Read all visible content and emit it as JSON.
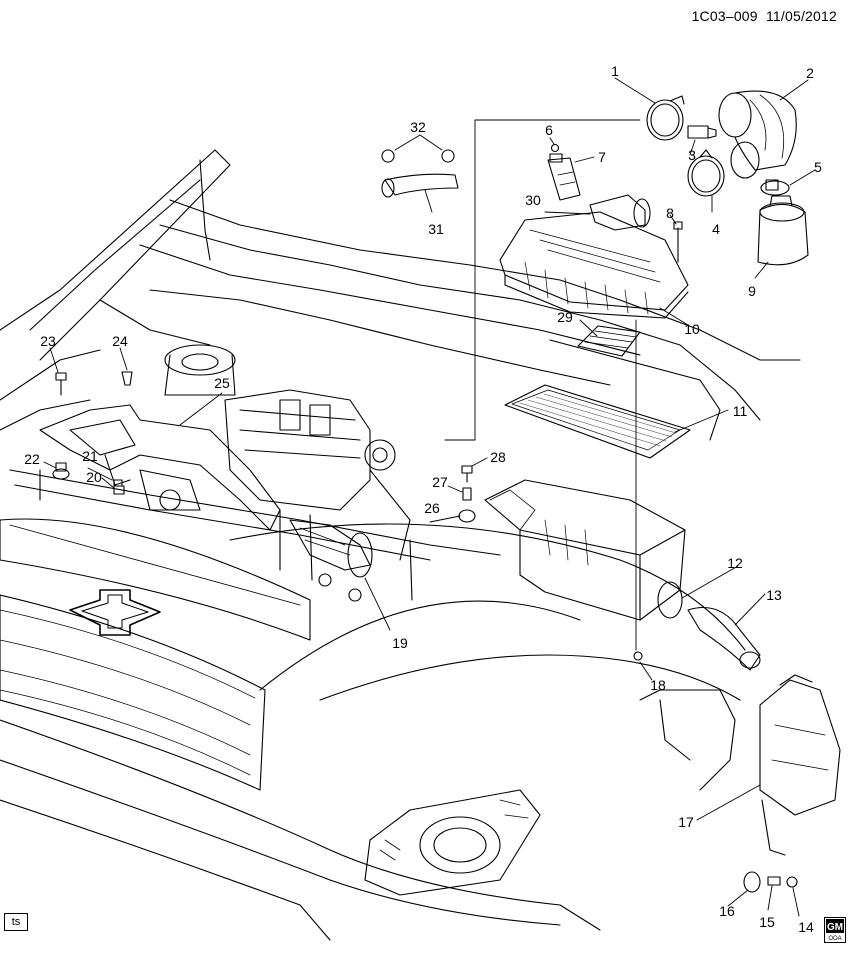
{
  "header": {
    "code": "1C03–009",
    "date": "11/05/2012"
  },
  "footer": {
    "tag": "ts",
    "logo_top": "GM",
    "logo_bottom": "OOA"
  },
  "callouts": [
    "1",
    "2",
    "3",
    "4",
    "5",
    "6",
    "7",
    "8",
    "9",
    "10",
    "11",
    "12",
    "13",
    "14",
    "15",
    "16",
    "17",
    "18",
    "19",
    "20",
    "21",
    "22",
    "23",
    "24",
    "25",
    "26",
    "27",
    "28",
    "29",
    "30",
    "31",
    "32"
  ]
}
